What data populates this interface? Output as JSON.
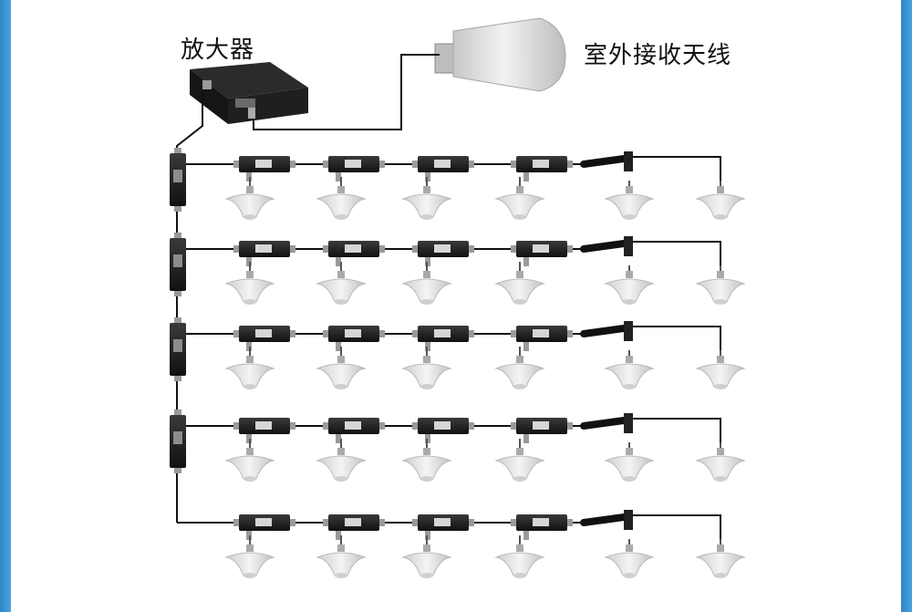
{
  "labels": {
    "amplifier": "放大器",
    "outdoor_antenna": "室外接收天线"
  },
  "layout": {
    "rows": 5,
    "couplers_per_row": 4,
    "ceiling_antennas_per_row": 6,
    "splitters": 4
  },
  "colors": {
    "edge": "#3a93d3",
    "cable": "#111111",
    "device": "#1a1a1a",
    "antenna": "#d9d9d9"
  },
  "icons": {
    "amplifier": "amplifier-icon",
    "outdoor_antenna": "log-periodic-antenna-icon",
    "splitter": "power-splitter-icon",
    "coupler": "coupler-icon",
    "ceiling_antenna": "ceiling-antenna-icon"
  }
}
